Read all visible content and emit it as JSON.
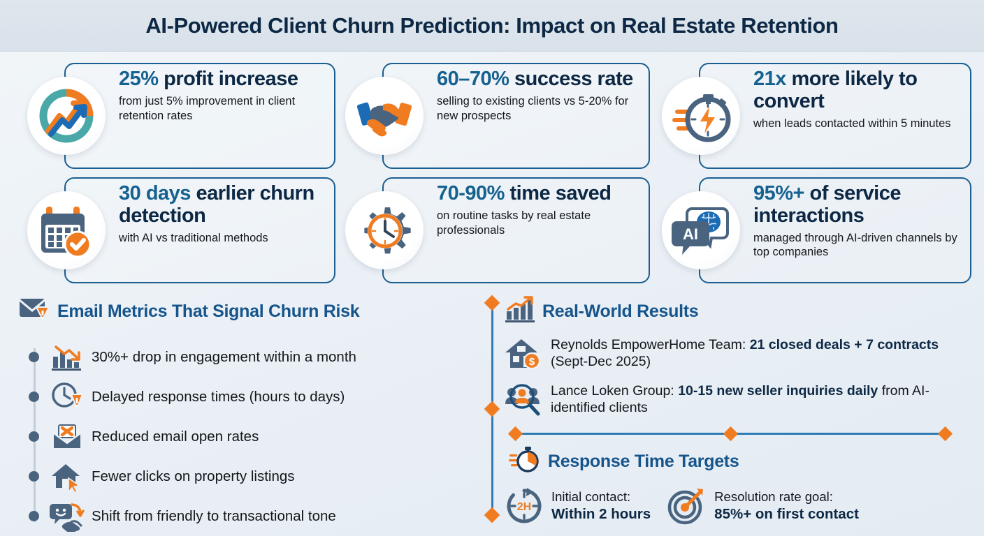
{
  "header": {
    "title": "AI-Powered Client Churn Prediction: Impact on Real Estate Retention"
  },
  "colors": {
    "accent_blue": "#15618f",
    "navy": "#0d2844",
    "orange": "#f07c22",
    "slate": "#4a6480",
    "border": "#1b5f92"
  },
  "cards": [
    {
      "icon": "growth-donut-chart-icon",
      "accent": "25%",
      "rest": " profit increase",
      "sub": "from just 5% improvement in client retention rates"
    },
    {
      "icon": "handshake-icon",
      "accent": "60–70%",
      "rest": " success rate",
      "sub": "selling to existing clients vs 5-20% for new prospects"
    },
    {
      "icon": "stopwatch-lightning-icon",
      "accent": "21x",
      "rest": " more likely to convert",
      "sub": "when leads contacted within 5 minutes"
    },
    {
      "icon": "calendar-check-icon",
      "accent": "30 days",
      "rest": " earlier churn detection",
      "sub": "with AI vs traditional methods"
    },
    {
      "icon": "gear-clock-icon",
      "accent": "70-90%",
      "rest": " time saved",
      "sub": "on routine tasks by real estate professionals"
    },
    {
      "icon": "ai-chat-brain-icon",
      "accent": "95%+",
      "rest": " of service interactions",
      "sub": "managed through AI-driven channels by top companies"
    }
  ],
  "left": {
    "heading": "Email Metrics That Signal Churn Risk",
    "heading_icon": "envelope-warning-icon",
    "items": [
      {
        "icon": "bar-chart-down-icon",
        "text": "30%+ drop in engagement within a month"
      },
      {
        "icon": "clock-warning-icon",
        "text": "Delayed response times (hours to days)"
      },
      {
        "icon": "envelope-x-icon",
        "text": "Reduced email open rates"
      },
      {
        "icon": "house-cursor-icon",
        "text": "Fewer clicks on property listings"
      },
      {
        "icon": "smiley-handshake-arrow-icon",
        "text": "Shift from friendly to transactional tone"
      }
    ]
  },
  "right": {
    "heading": "Real-World Results",
    "heading_icon": "bar-chart-up-icon",
    "results": [
      {
        "icon": "house-dollar-icon",
        "lead": "Reynolds EmpowerHome Team: ",
        "bold": "21 closed deals + 7 contracts",
        "tail": " (Sept-Dec 2025)"
      },
      {
        "icon": "people-magnifier-icon",
        "lead": "Lance Loken Group: ",
        "bold": "10-15 new seller inquiries daily",
        "tail": " from AI-identified clients"
      }
    ],
    "targets_heading": "Response Time Targets",
    "targets_heading_icon": "stopwatch-speed-icon",
    "targets": [
      {
        "icon": "clock-2h-icon",
        "label": "Initial contact:",
        "value": "Within 2 hours"
      },
      {
        "icon": "target-arrow-icon",
        "label": "Resolution rate goal:",
        "value": "85%+ on first contact"
      }
    ]
  }
}
